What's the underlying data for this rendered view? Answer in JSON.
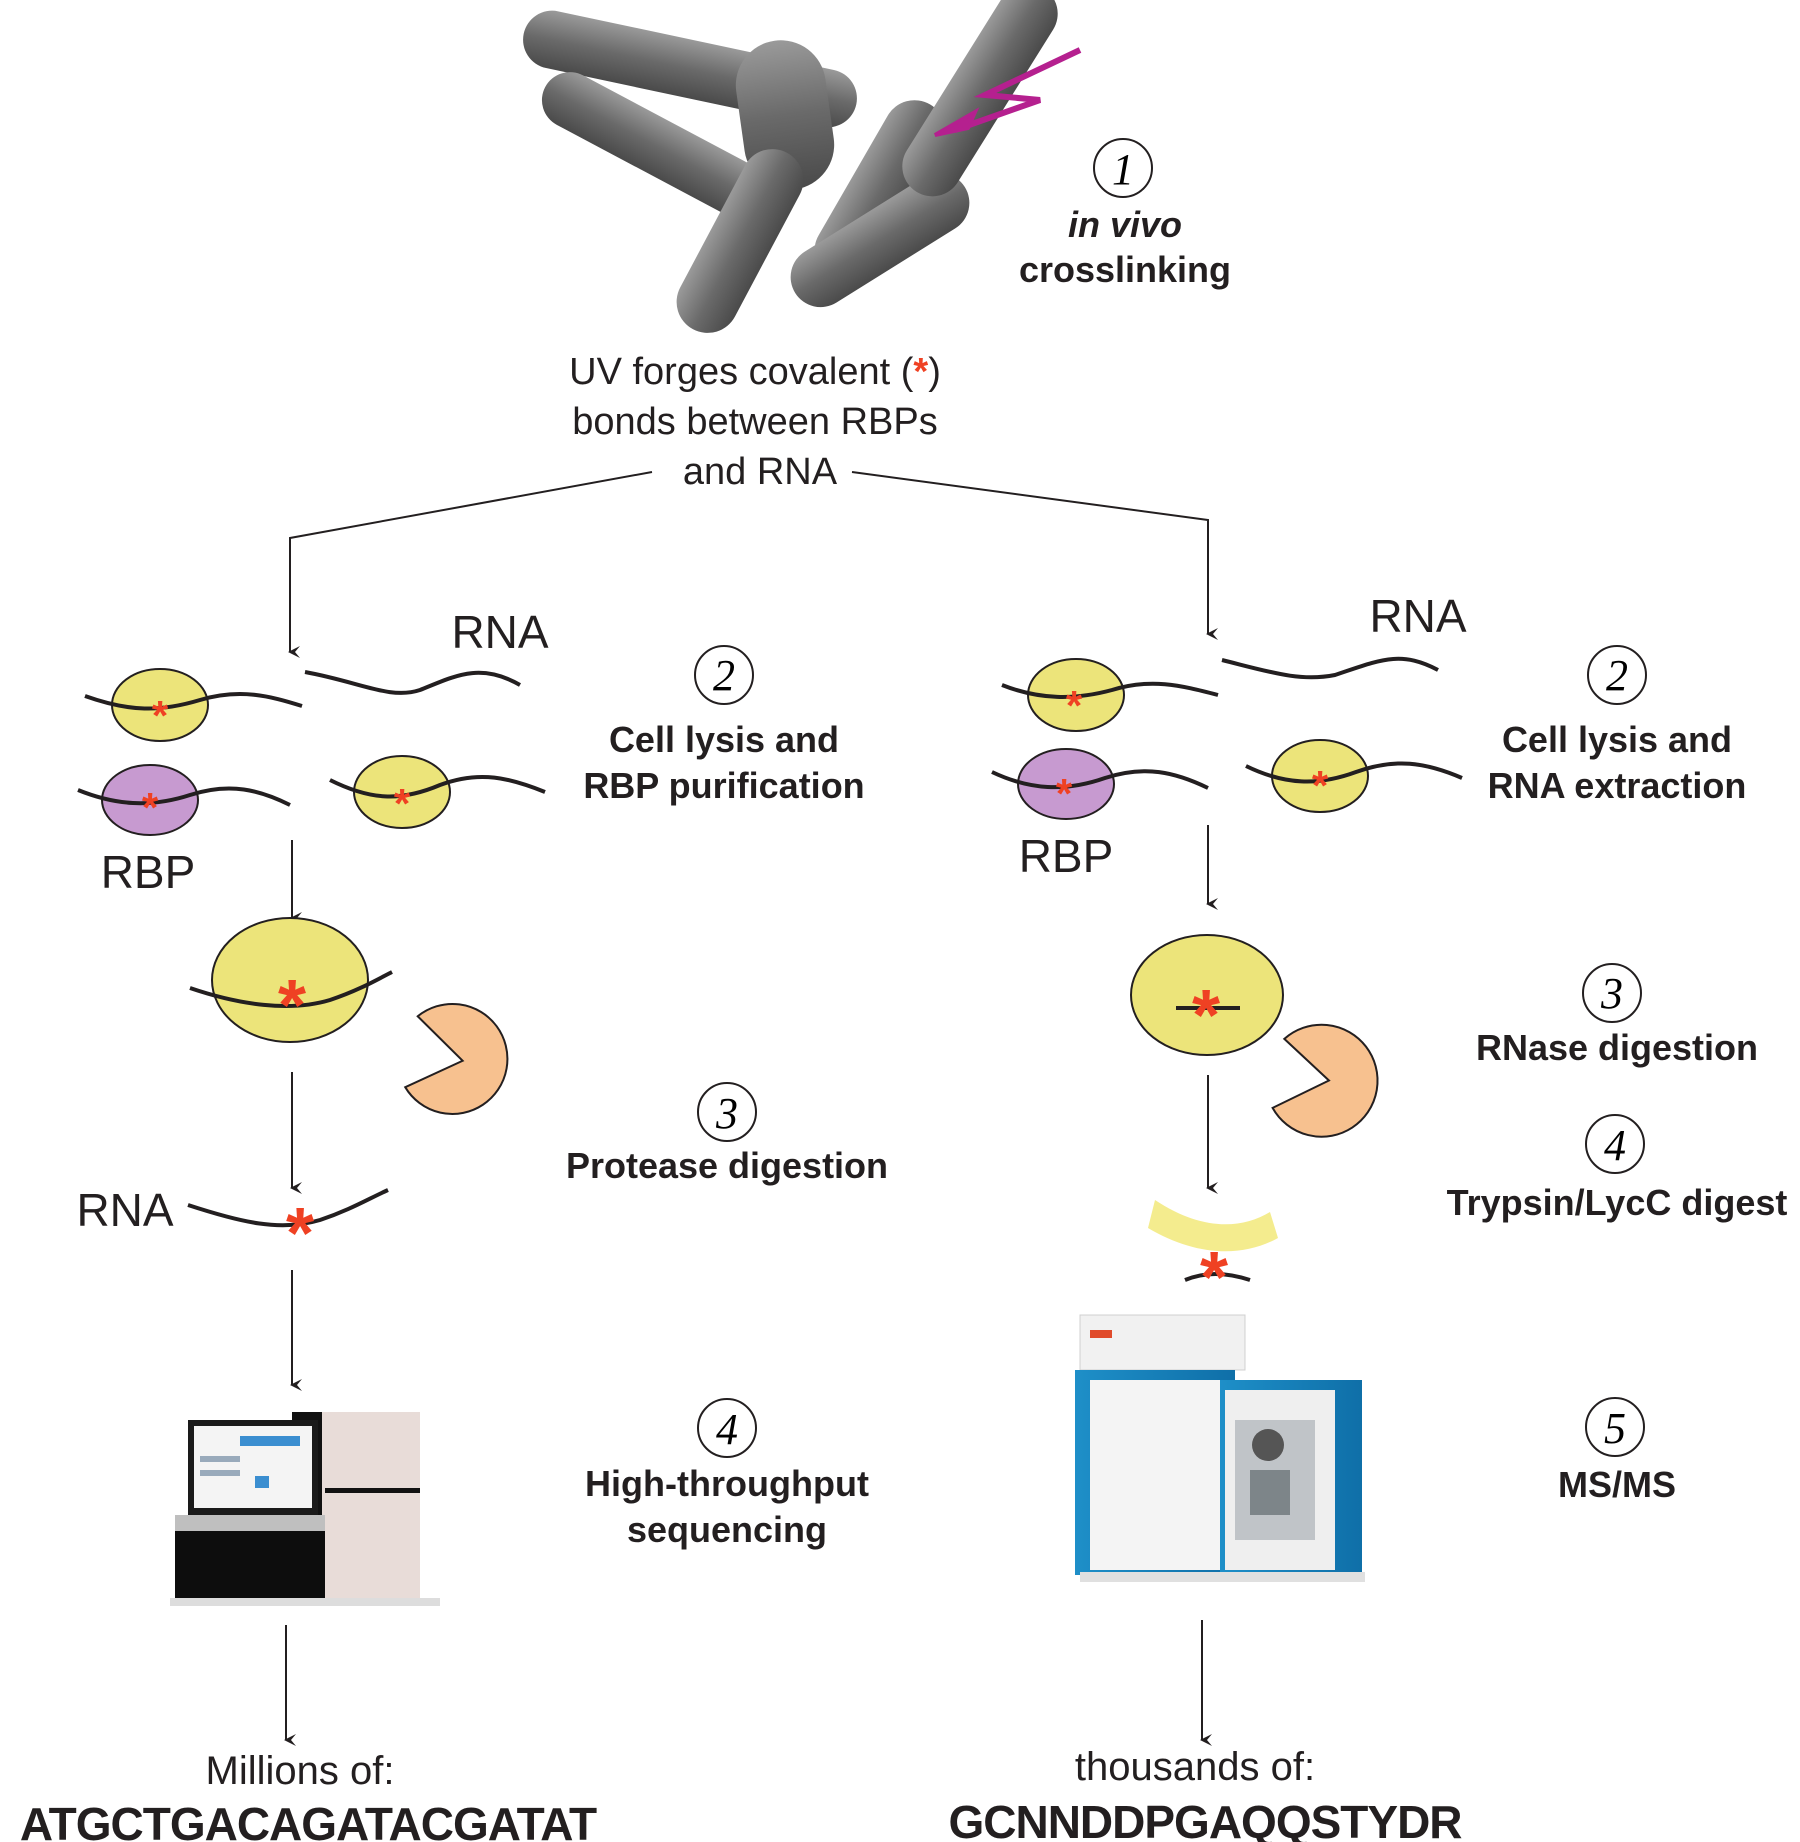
{
  "intro": {
    "step1_number": "1",
    "step1_title_italic": "in vivo",
    "step1_title": "crosslinking",
    "uv_line1_pre": "UV forges covalent (",
    "uv_star": "*",
    "uv_line1_post": ")",
    "uv_line2": "bonds between RBPs",
    "uv_line3": "and RNA"
  },
  "left": {
    "rna_label_top": "RNA",
    "rbp_label": "RBP",
    "rna_label_bottom": "RNA",
    "steps": [
      {
        "number": "2",
        "line1": "Cell lysis and",
        "line2": "RBP purification"
      },
      {
        "number": "3",
        "line1": "Protease digestion",
        "line2": ""
      },
      {
        "number": "4",
        "line1": "High-throughput",
        "line2": "sequencing"
      }
    ],
    "result_prefix": "Millions of:",
    "result_sequence": "ATGCTGACAGATACGATAT"
  },
  "right": {
    "rna_label_top": "RNA",
    "rbp_label": "RBP",
    "steps": [
      {
        "number": "2",
        "line1": "Cell lysis and",
        "line2": "RNA extraction"
      },
      {
        "number": "3",
        "line1": "RNase digestion",
        "line2": ""
      },
      {
        "number": "4",
        "line1": "Trypsin/LycC digest",
        "line2": ""
      },
      {
        "number": "5",
        "line1": "MS/MS",
        "line2": ""
      }
    ],
    "result_prefix": "thousands of:",
    "result_sequence": "GCNNDDPGAQQSTYDR"
  },
  "colors": {
    "rbp_yellow": "#ece47a",
    "rbp_purple": "#c79ad0",
    "crosslink_star": "#ef4123",
    "uv_arrow": "#b5208f",
    "enzyme": "#f7c18f",
    "peptide": "#f4ec8e",
    "ms_blue": "#1e8fc8",
    "line": "#231f20"
  }
}
